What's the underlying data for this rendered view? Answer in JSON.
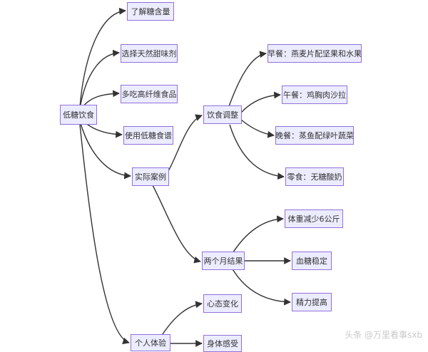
{
  "nodes": {
    "root": "低糖饮食",
    "understand": "了解糖含量",
    "sweetener": "选择天然甜味剂",
    "fiber": "多吃高纤维食品",
    "recipe": "使用低糖食谱",
    "case": "实际案例",
    "personal": "个人体验",
    "diet": "饮食调整",
    "result": "两个月结果",
    "breakfast": "早餐：燕麦片配坚果和水果",
    "lunch": "午餐：鸡胸肉沙拉",
    "dinner": "晚餐：蒸鱼配绿叶蔬菜",
    "snack": "零食：无糖酸奶",
    "weight": "体重减少6公斤",
    "sugar": "血糖稳定",
    "energy": "精力提高",
    "mindset": "心态变化",
    "body": "身体感受"
  },
  "watermark": "头条 @万里看事sxb",
  "colors": {
    "node_fill": "#ECECFF",
    "node_border": "#9370DB",
    "edge": "#333333",
    "text": "#333333"
  }
}
